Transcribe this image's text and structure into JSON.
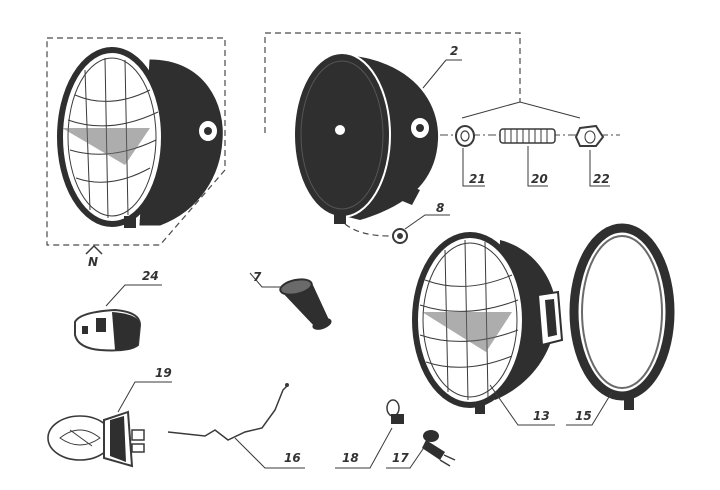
{
  "colors": {
    "ink": "#3a3a3a",
    "dark": "#2f2f2f",
    "mid": "#6a6a6a",
    "paper": "#ffffff"
  },
  "parts": {
    "p2": "2",
    "p7": "7",
    "p8": "8",
    "p13": "13",
    "p15": "15",
    "p16": "16",
    "p17": "17",
    "p18": "18",
    "p19": "19",
    "p20": "20",
    "p21": "21",
    "p22": "22",
    "p24": "24",
    "pN": "N"
  }
}
